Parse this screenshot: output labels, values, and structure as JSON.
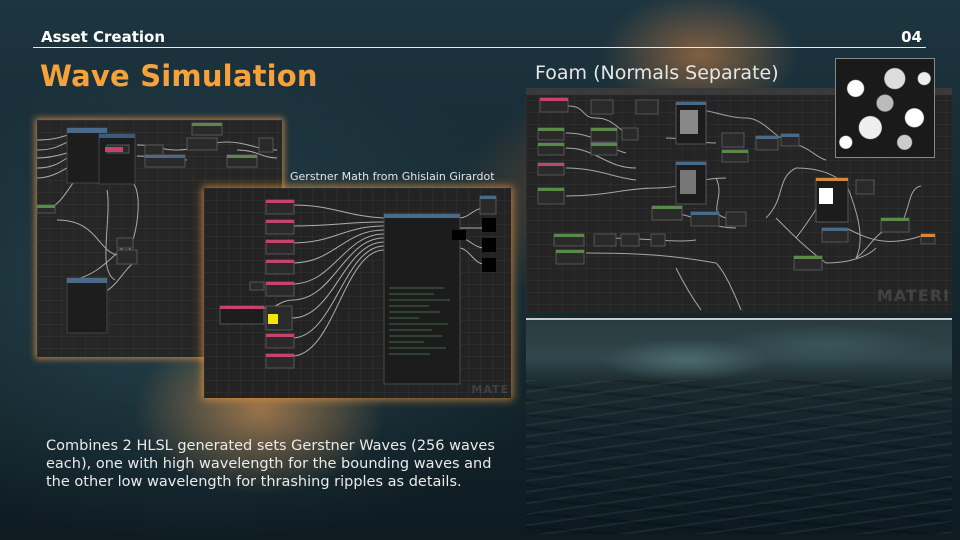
{
  "header": {
    "section": "Asset Creation",
    "page_number": "04"
  },
  "title": "Wave Simulation",
  "foam_heading": "Foam (Normals Separate)",
  "gerstner_caption": "Gerstner Math from Ghislain Girardot",
  "description": "Combines 2 HLSL generated sets Gerstner Waves (256 waves each), one with high wavelength for the bounding waves and the other low wavelength for thrashing ripples as details.",
  "watermarks": {
    "panel_b": "MATE",
    "panel_c": "MATERI"
  },
  "colors": {
    "accent": "#f6a23c",
    "panel_glow": "#f0963c"
  }
}
